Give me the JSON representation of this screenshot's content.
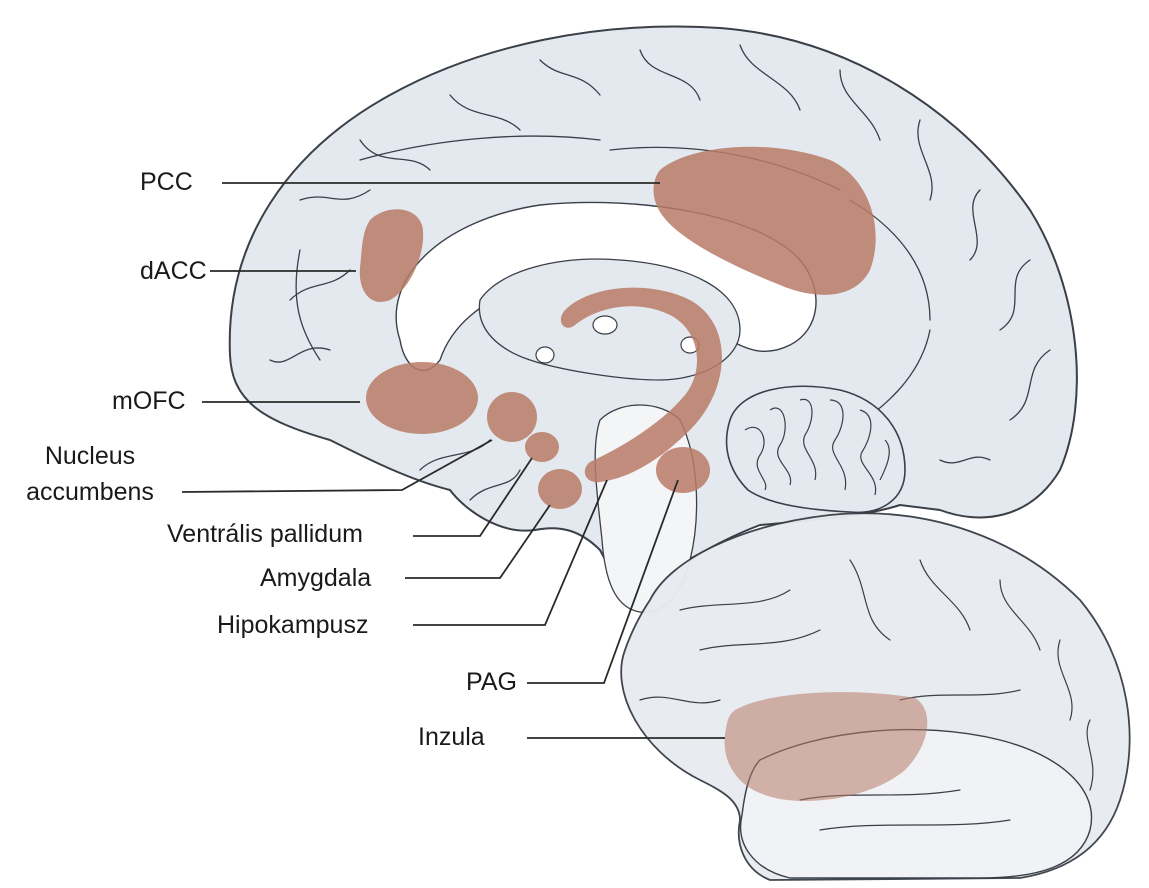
{
  "diagram": {
    "labels": {
      "pcc": "PCC",
      "dacc": "dACC",
      "mofc": "mOFC",
      "nucleus_line1": "Nucleus",
      "nucleus_line2": "accumbens",
      "ventral_pallidum": "Ventrális pallidum",
      "amygdala": "Amygdala",
      "hippocampus": "Hipokampusz",
      "pag": "PAG",
      "insula": "Inzula"
    },
    "colors": {
      "region": "#b87a66",
      "brain_fill": "#e4e9ef",
      "brain_outline": "#3a3f48",
      "white_matter": "#ffffff",
      "leader_line": "#2a2a2a"
    }
  }
}
